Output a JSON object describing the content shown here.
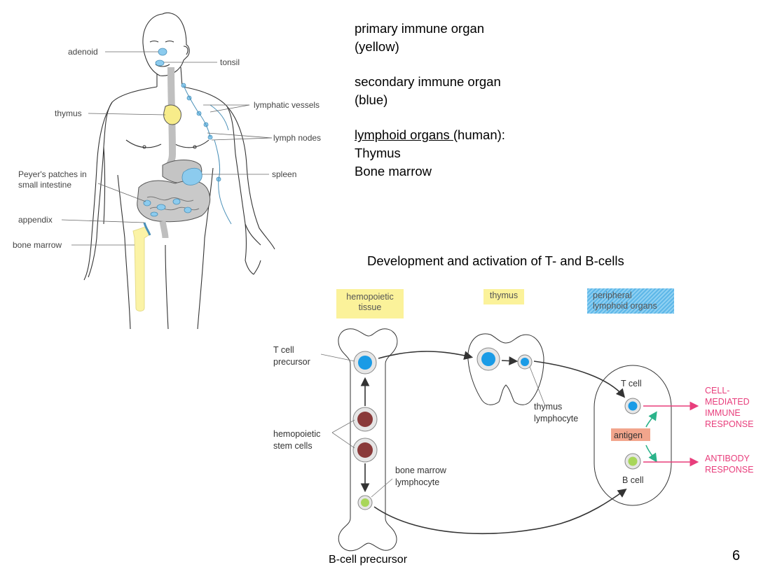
{
  "anatomy_labels": {
    "adenoid": "adenoid",
    "tonsil": "tonsil",
    "thymus": "thymus",
    "lymphatic_vessels": "lymphatic vessels",
    "lymph_nodes": "lymph nodes",
    "peyers_line1": "Peyer's patches in",
    "peyers_line2": "small intestine",
    "spleen": "spleen",
    "appendix": "appendix",
    "bone_marrow": "bone marrow"
  },
  "notes": {
    "primary_line1": "primary immune organ",
    "primary_line2": "(yellow)",
    "secondary_line1": "secondary immune organ",
    "secondary_line2": "(blue)",
    "lymphoid_title": "lymphoid organs ",
    "lymphoid_suffix": "(human):",
    "item1": "Thymus",
    "item2": "Bone marrow"
  },
  "diagram": {
    "title": "Development and activation of T- and B-cells",
    "box_hemopoietic_line1": "hemopoietic",
    "box_hemopoietic_line2": "tissue",
    "box_thymus": "thymus",
    "box_peripheral_line1": "peripheral",
    "box_peripheral_line2": "lymphoid organs",
    "t_cell_precursor_line1": "T cell",
    "t_cell_precursor_line2": "precursor",
    "stem_cells_line1": "hemopoietic",
    "stem_cells_line2": "stem cells",
    "bm_lymphocyte_line1": "bone marrow",
    "bm_lymphocyte_line2": "lymphocyte",
    "thymus_lymphocyte_line1": "thymus",
    "thymus_lymphocyte_line2": "lymphocyte",
    "t_cell": "T cell",
    "b_cell": "B cell",
    "antigen": "antigen",
    "cell_mediated_line1": "CELL-",
    "cell_mediated_line2": "MEDIATED",
    "cell_mediated_line3": "IMMUNE",
    "cell_mediated_line4": "RESPONSE",
    "antibody_line1": "ANTIBODY",
    "antibody_line2": "RESPONSE",
    "caption": "B-cell precursor"
  },
  "page_number": "6",
  "colors": {
    "primary_organ": "#f7ec8a",
    "secondary_organ": "#8ccbee",
    "t_cell_blue": "#1a9be6",
    "stem_cell_brown": "#8a3a3a",
    "b_cell_green": "#a8d65a",
    "response_pink": "#e83e7c",
    "antigen_box": "#f2a58c"
  }
}
